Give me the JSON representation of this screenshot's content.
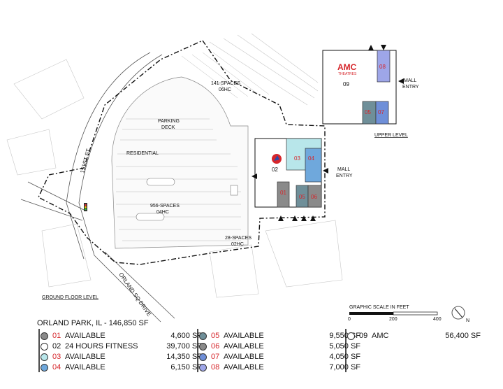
{
  "map": {
    "labels": {
      "upper_level": "UPPER LEVEL",
      "ground_floor": "GROUND FLOOR LEVEL",
      "parking_deck_1": "PARKING",
      "parking_deck_2": "DECK",
      "residential": "RESIDENTIAL",
      "spaces_top_1": "141-SPACES",
      "spaces_top_2": "06HC",
      "spaces_mid_1": "956-SPACES",
      "spaces_mid_2": "04HC",
      "spaces_bot_1": "28-SPACES",
      "spaces_bot_2": "02HC",
      "street_151": "151ST ST",
      "street_orland": "ORLAND SQ DRIVE",
      "mall_entry_1": "MALL",
      "mall_entry_2": "ENTRY",
      "amc_logo": "AMC",
      "amc_sub": "THEATRES",
      "scale_title": "GRAPHIC SCALE IN FEET",
      "scale_0": "0",
      "scale_200": "200",
      "scale_400": "400",
      "north": "N"
    },
    "units": {
      "u09": "09",
      "u08": "08",
      "u05_up": "05",
      "u07": "07",
      "u02": "02",
      "u03": "03",
      "u04": "04",
      "u01": "01",
      "u05": "05",
      "u06": "06"
    },
    "colors": {
      "teal": "#b8e6ea",
      "blue": "#6fa8dc",
      "slate": "#6f8f99",
      "gray": "#8a8a8a",
      "periwinkle": "#9ea6e8",
      "brand_red": "#d6262b"
    }
  },
  "legend": {
    "title": "ORLAND PARK, IL - 146,850 SF",
    "items": [
      {
        "num": "01",
        "name": "AVAILABLE",
        "sf": "4,600 SF",
        "color": "#8a8a8a",
        "red": true
      },
      {
        "num": "02",
        "name": "24 HOURS FITNESS",
        "sf": "39,700 SF",
        "color": "#ffffff",
        "red": false
      },
      {
        "num": "03",
        "name": "AVAILABLE",
        "sf": "14,350 SF",
        "color": "#b8e6ea",
        "red": true
      },
      {
        "num": "04",
        "name": "AVAILABLE",
        "sf": "6,150 SF",
        "color": "#6fa8dc",
        "red": true
      },
      {
        "num": "05",
        "name": "AVAILABLE",
        "sf": "9,550 SF",
        "color": "#6f8f99",
        "red": true
      },
      {
        "num": "06",
        "name": "AVAILABLE",
        "sf": "5,050 SF",
        "color": "#8a8a8a",
        "red": true
      },
      {
        "num": "07",
        "name": "AVAILABLE",
        "sf": "4,050 SF",
        "color": "#6f8fd8",
        "red": true
      },
      {
        "num": "08",
        "name": "AVAILABLE",
        "sf": "7,000 SF",
        "color": "#9ea6e8",
        "red": true
      },
      {
        "num": "09",
        "name": "AMC",
        "sf": "56,400 SF",
        "color": "#ffffff",
        "red": false
      }
    ]
  }
}
